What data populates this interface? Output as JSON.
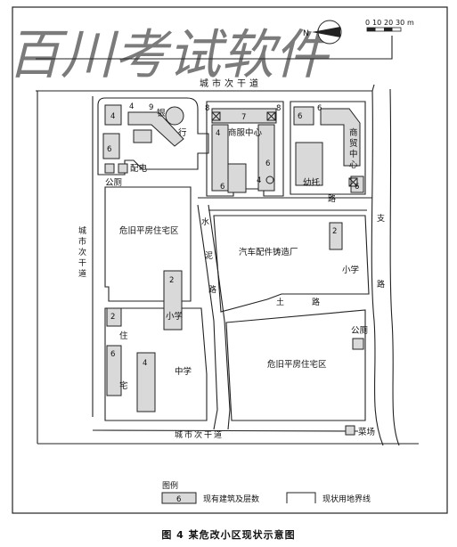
{
  "watermark": "百川考试软件",
  "scale_bar": {
    "ticks": [
      "0",
      "10",
      "20",
      "30"
    ],
    "unit": "m"
  },
  "compass": {
    "north_label": "N"
  },
  "roads": {
    "top": "城市次干道",
    "bottom": "城市次干道",
    "left": [
      "城",
      "市",
      "次",
      "干",
      "道"
    ],
    "middle_vertical": [
      "水",
      "泥",
      "路"
    ],
    "right_vertical": [
      "支",
      "路"
    ],
    "middle_horizontal": [
      "土",
      "路"
    ]
  },
  "areas": {
    "bank": [
      "银",
      "行"
    ],
    "service_center": "商服中心",
    "commerce_center": [
      "商",
      "贸",
      "中",
      "心"
    ],
    "kindergarten": "幼托",
    "power": "配电",
    "toilet_left": "公厕",
    "toilet_right": "公厕",
    "old_housing_left": "危旧平房住宅区",
    "old_housing_right": "危旧平房住宅区",
    "factory": "汽车配件铸造厂",
    "primary_school_right": "小学",
    "primary_school_left": "小学",
    "middle_school": "中学",
    "residence": [
      "住",
      "宅"
    ],
    "market": "菜场"
  },
  "floors": [
    "4",
    "9",
    "6",
    "7",
    "8",
    "4",
    "8",
    "4",
    "6",
    "6",
    "4",
    "6",
    "6",
    "2",
    "2",
    "2",
    "6",
    "4",
    "6"
  ],
  "legend": {
    "title": "图例",
    "building_label": "现有建筑及层数",
    "building_sample": "6",
    "boundary_label": "现状用地界线"
  },
  "caption": "图 4   某危改小区现状示意图"
}
